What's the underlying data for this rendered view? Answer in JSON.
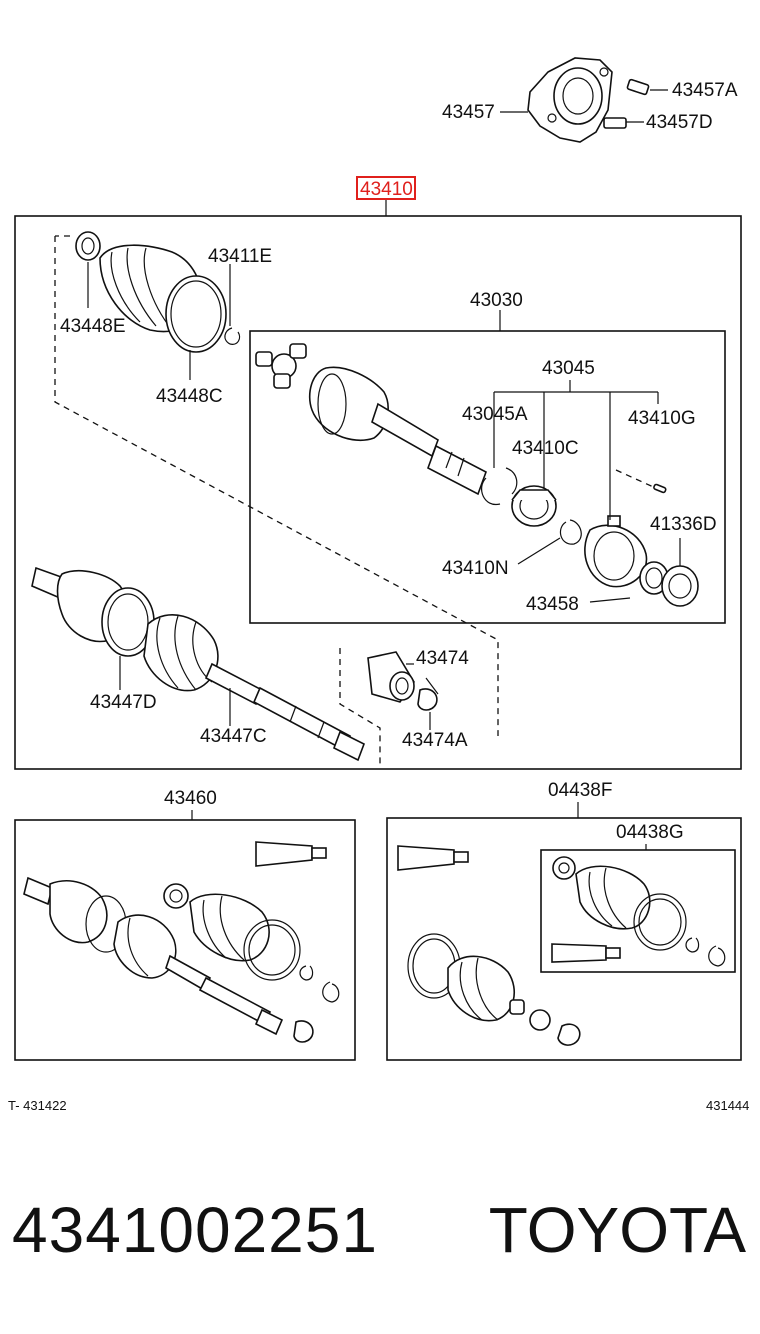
{
  "labels": {
    "assembly": "43410",
    "bracket": "43457",
    "bolt_a": "43457A",
    "bolt_d": "43457D",
    "clamp_e": "43411E",
    "clamp_small": "43448E",
    "clamp_big": "43448C",
    "inner_joint": "43030",
    "boot_kit": "43045",
    "boot_kit_a": "43045A",
    "bearing": "43410C",
    "ring_g": "43410G",
    "snap_n": "43410N",
    "seal": "41336D",
    "dust_cover": "43458",
    "damper": "43474",
    "damper_clamp": "43474A",
    "outer_boot": "43447D",
    "shaft": "43447C",
    "kit_left": "43460",
    "kit_right": "04438F",
    "kit_right_inner": "04438G"
  },
  "footer": {
    "left_code": "T- 431422",
    "right_code": "431444"
  },
  "caption": {
    "part_number": "4341002251",
    "brand": "TOYOTA"
  },
  "colors": {
    "highlight": "#e0201c",
    "ink": "#111111"
  }
}
